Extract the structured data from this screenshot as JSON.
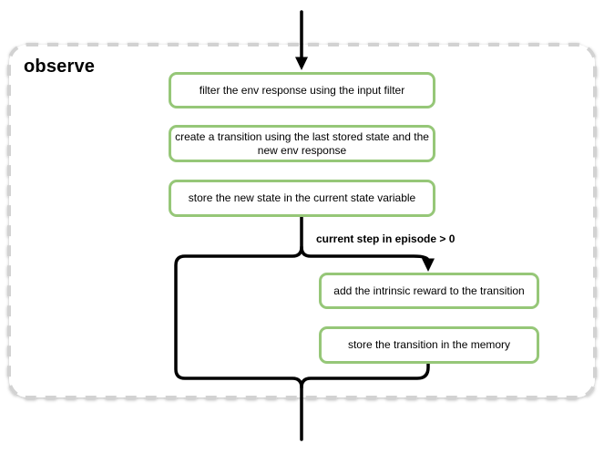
{
  "diagram": {
    "title": "observe",
    "condition_label": "current step in episode > 0",
    "nodes": [
      {
        "name": "filter-env-response",
        "lines": [
          "filter the env response using the input filter"
        ]
      },
      {
        "name": "create-transition",
        "lines": [
          "create a transition using the last stored state and the",
          "new env response"
        ]
      },
      {
        "name": "store-new-state",
        "lines": [
          "store the new state in the current state variable"
        ]
      },
      {
        "name": "add-intrinsic-reward",
        "lines": [
          "add the intrinsic reward to the transition"
        ]
      },
      {
        "name": "store-transition",
        "lines": [
          "store the transition in the memory"
        ]
      }
    ],
    "colors": {
      "node_border": "#96c778",
      "connector": "#000000",
      "container_border": "#d2d2d2",
      "background": "#ffffff",
      "text": "#000000"
    }
  }
}
